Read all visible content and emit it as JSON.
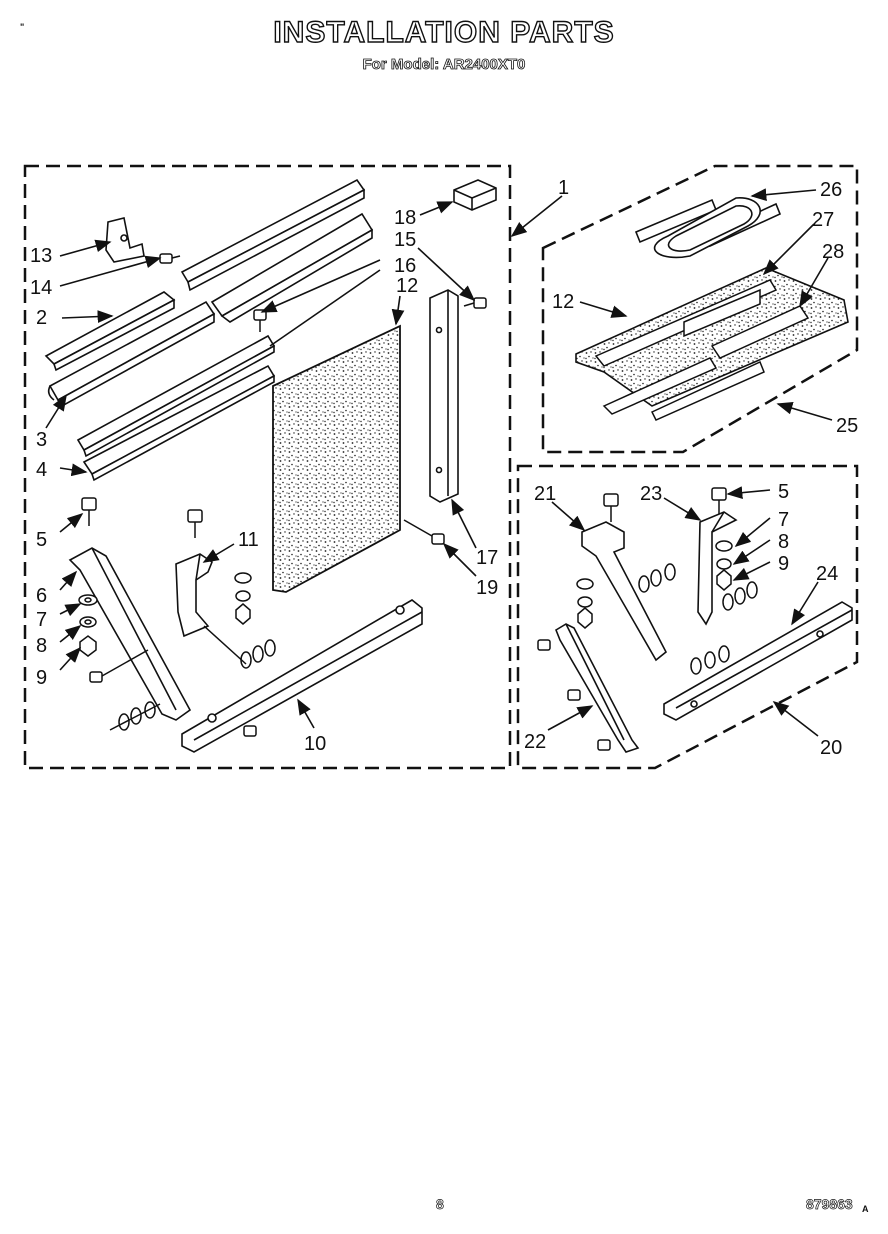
{
  "header": {
    "title": "INSTALLATION PARTS",
    "subtitle": "For Model: AR2400XT0",
    "corner_mark": "\""
  },
  "callouts": {
    "c1": "1",
    "c2": "2",
    "c3": "3",
    "c4": "4",
    "c5a": "5",
    "c5b": "5",
    "c6": "6",
    "c7a": "7",
    "c7b": "7",
    "c8a": "8",
    "c8b": "8",
    "c9a": "9",
    "c9b": "9",
    "c10": "10",
    "c11": "11",
    "c12a": "12",
    "c12b": "12",
    "c13": "13",
    "c14": "14",
    "c15": "15",
    "c16": "16",
    "c17": "17",
    "c18": "18",
    "c19": "19",
    "c20": "20",
    "c21": "21",
    "c22": "22",
    "c23": "23",
    "c24": "24",
    "c25": "25",
    "c26": "26",
    "c27": "27",
    "c28": "28"
  },
  "footer": {
    "page_number": "8",
    "document_number": "879863",
    "document_suffix": "A"
  }
}
